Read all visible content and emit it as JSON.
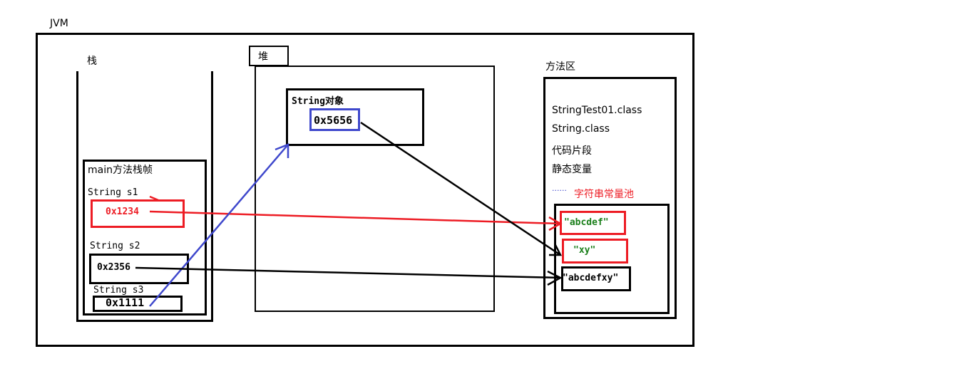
{
  "jvm_label": "JVM",
  "stack": {
    "label": "栈",
    "frame_label": "main方法栈帧",
    "vars": [
      {
        "name": "String s1",
        "value": "0x1234"
      },
      {
        "name": "String s2",
        "value": "0x2356"
      },
      {
        "name": "String s3",
        "value": "0x1111"
      }
    ]
  },
  "heap": {
    "label": "堆",
    "object_label": "String对象",
    "object_value": "0x5656"
  },
  "method_area": {
    "label": "方法区",
    "items": [
      "StringTest01.class",
      "String.class",
      "代码片段",
      "静态变量"
    ],
    "ellipsis": "......",
    "pool_label": "字符串常量池",
    "pool": [
      "\"abcdef\"",
      "\"xy\"",
      "\"abcdefxy\""
    ]
  },
  "colors": {
    "red": "#ed1c24",
    "blue": "#3f48cc",
    "green": "#1a7f1a"
  }
}
